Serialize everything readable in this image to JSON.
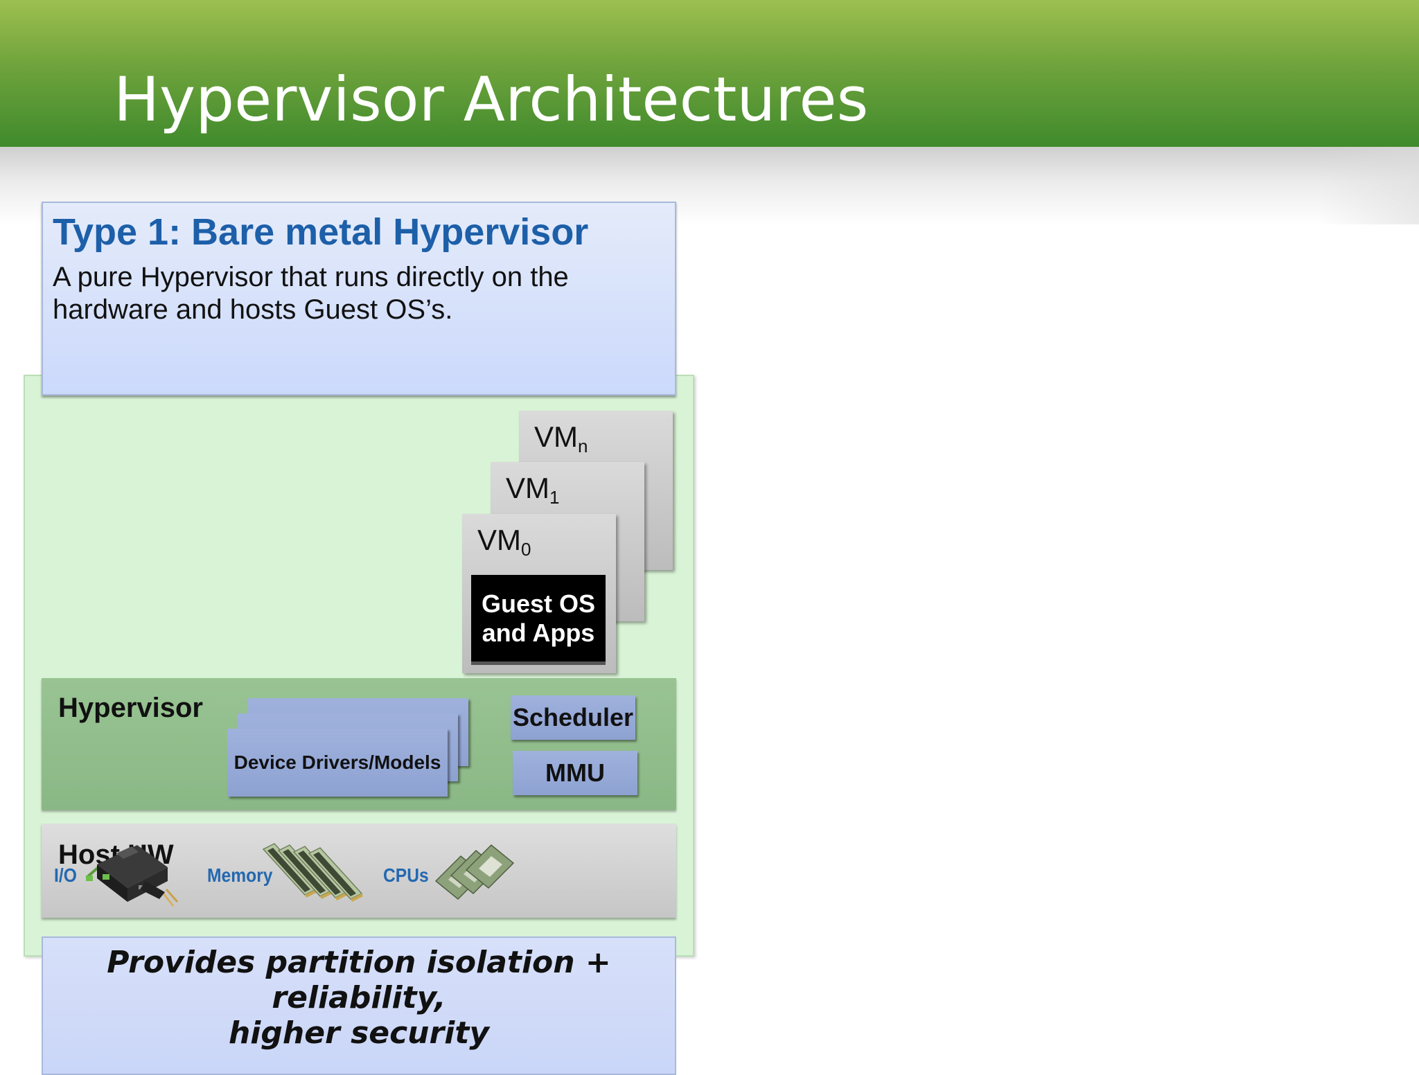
{
  "slide": {
    "title": "Hypervisor Architectures"
  },
  "type1": {
    "title": "Type 1: Bare metal Hypervisor",
    "description": "A pure Hypervisor that runs directly on the hardware and hosts Guest OS’s."
  },
  "vms": {
    "vm_n": {
      "base": "VM",
      "sub": "n"
    },
    "vm_1": {
      "base": "VM",
      "sub": "1"
    },
    "vm_0": {
      "base": "VM",
      "sub": "0"
    },
    "guest_line1": "Guest OS",
    "guest_line2": "and Apps"
  },
  "hypervisor": {
    "label": "Hypervisor",
    "drivers": "Device Drivers/Models",
    "scheduler": "Scheduler",
    "mmu": "MMU"
  },
  "host_hw": {
    "label": "Host HW",
    "io": "I/O",
    "memory": "Memory",
    "cpus": "CPUs"
  },
  "benefit": {
    "line1": "Provides partition isolation +",
    "line2": "reliability,",
    "line3": "higher security"
  },
  "colors": {
    "header_green": "#6fa33c",
    "title_blue": "#1d5fa8",
    "hw_label_blue": "#2468b0",
    "diagram_bg": "#d9f3d6"
  }
}
